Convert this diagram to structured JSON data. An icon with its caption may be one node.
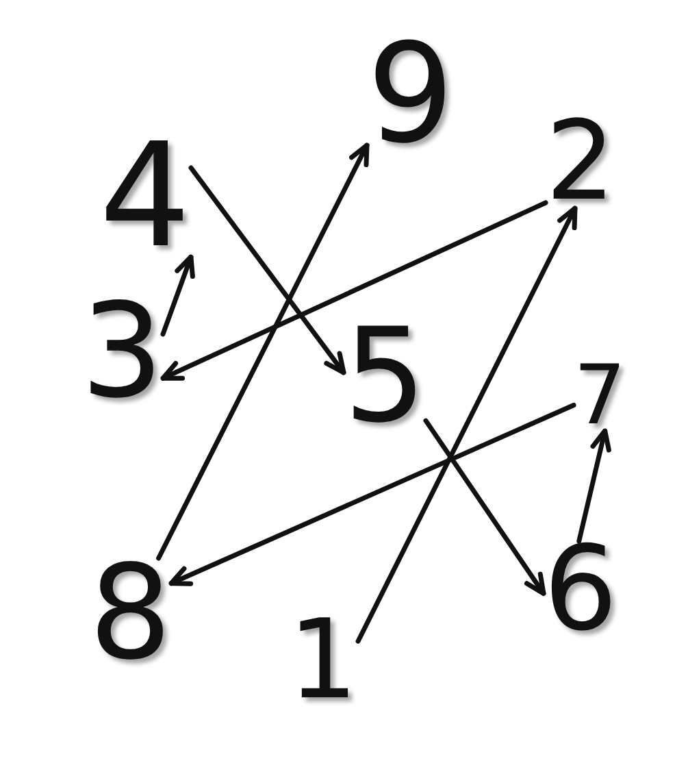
{
  "diagram": {
    "nodes": [
      {
        "text": [
          "9"
        ]
      },
      {
        "text": [
          "4"
        ]
      },
      {
        "text": [
          "2"
        ]
      },
      {
        "text": [
          "3"
        ]
      },
      {
        "text": [
          "5"
        ]
      },
      {
        "text": [
          "7"
        ]
      },
      {
        "text": [
          "8"
        ]
      },
      {
        "text": [
          "6"
        ]
      },
      {
        "text": [
          "1"
        ]
      }
    ],
    "edges": [
      {
        "from": 8,
        "to": 2,
        "arrow": "to"
      },
      {
        "from": 2,
        "to": 3,
        "arrow": "to"
      },
      {
        "from": 3,
        "to": 1,
        "arrow": "to"
      },
      {
        "from": 1,
        "to": 4,
        "arrow": "to"
      },
      {
        "from": 4,
        "to": 7,
        "arrow": "to"
      },
      {
        "from": 7,
        "to": 5,
        "arrow": "to"
      },
      {
        "from": 5,
        "to": 6,
        "arrow": "to"
      },
      {
        "from": 6,
        "to": 0,
        "arrow": "to"
      }
    ]
  }
}
